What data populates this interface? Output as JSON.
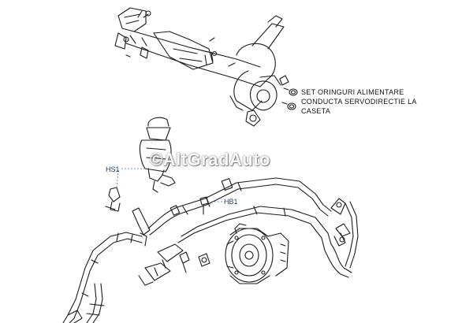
{
  "callout": {
    "line1": "SET ORINGURI ALIMENTARE",
    "line2": "CONDUCTA SERVODIRECTIE LA",
    "line3": "CASETA"
  },
  "labels": {
    "hs1": "HS1",
    "hb1": "HB1"
  },
  "watermark": "©AltGradAuto",
  "colors": {
    "line": "#1b1b1b",
    "ref_text": "#1a3d8f",
    "dashed_leader": "#4a6fb0"
  }
}
